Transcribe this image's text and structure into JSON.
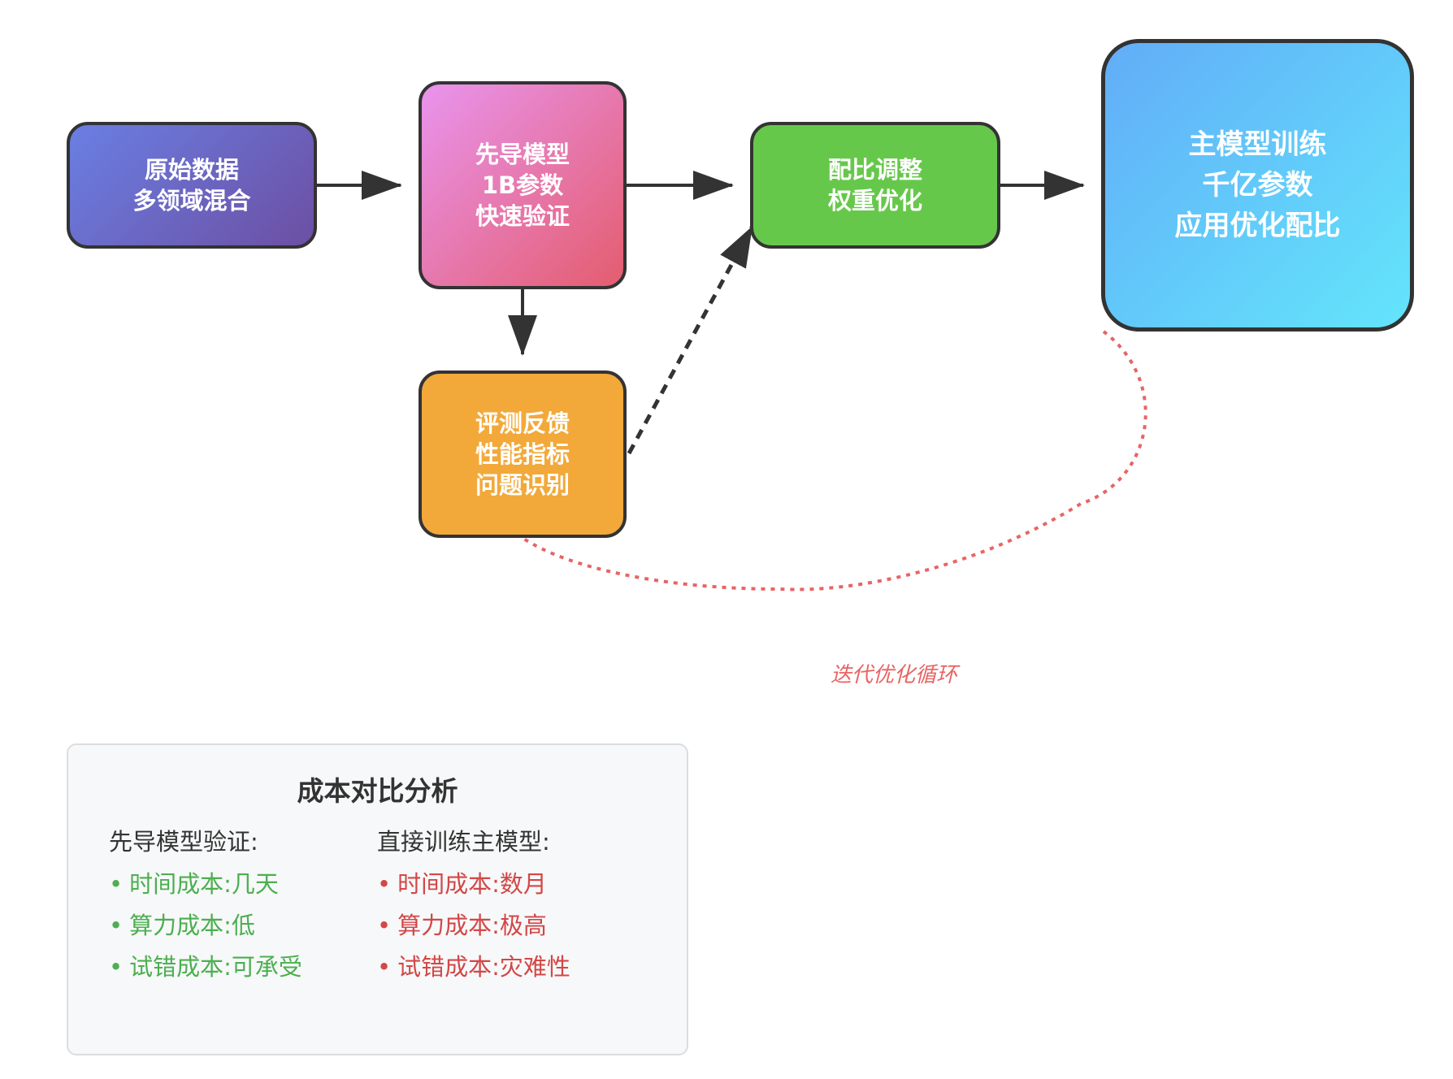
{
  "nodes": {
    "raw": {
      "line1": "原始数据",
      "line2": "多领域混合",
      "color": "#6a6ed0"
    },
    "pilot": {
      "line1": "先导模型",
      "line2": "1B参数",
      "line3": "快速验证",
      "color": "#e77ab0"
    },
    "eval": {
      "line1": "评测反馈",
      "line2": "性能指标",
      "line3": "问题识别",
      "color": "#f2a93a"
    },
    "ratio": {
      "line1": "配比调整",
      "line2": "权重优化",
      "color": "#66c84a"
    },
    "main": {
      "line1": "主模型训练",
      "line2": "千亿参数",
      "line3": "应用优化配比",
      "color": "#62c9f9"
    }
  },
  "loop_label": "迭代优化循环",
  "colors": {
    "arrow": "#333333",
    "loop": "#e86464",
    "good": "#4caf50",
    "bad": "#d34747"
  },
  "cost": {
    "title": "成本对比分析",
    "pilot": {
      "title": "先导模型验证:",
      "items": [
        "时间成本:几天",
        "算力成本:低",
        "试错成本:可承受"
      ]
    },
    "direct": {
      "title": "直接训练主模型:",
      "items": [
        "时间成本:数月",
        "算力成本:极高",
        "试错成本:灾难性"
      ]
    },
    "bullet": "•"
  }
}
